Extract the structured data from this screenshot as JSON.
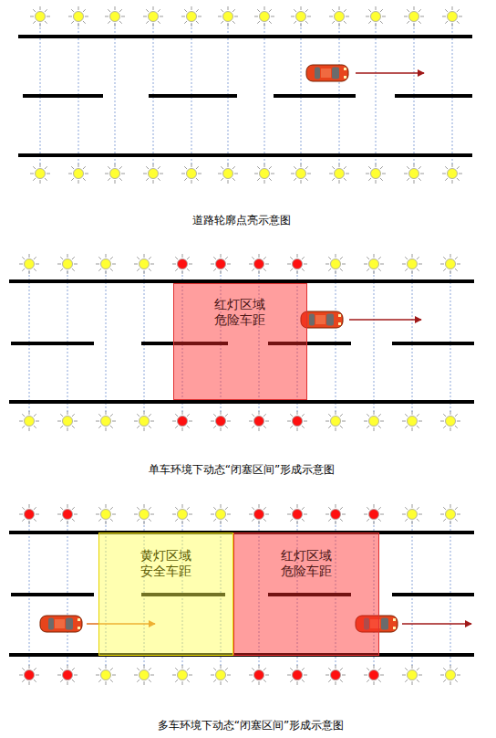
{
  "diagram": {
    "nodes": [
      {
        "text": [
          "红灯区域 危险车距"
        ]
      },
      {
        "text": [
          "黄灯区域 安全车距"
        ]
      },
      {
        "text": [
          "红灯区域 危险车距"
        ]
      }
    ],
    "labels": [
      "道路轮廓点亮示意图",
      "单车环境下动态“闭塞区间”形成示意图",
      "多车环境下动态“闭塞区间”形成示意图"
    ]
  }
}
